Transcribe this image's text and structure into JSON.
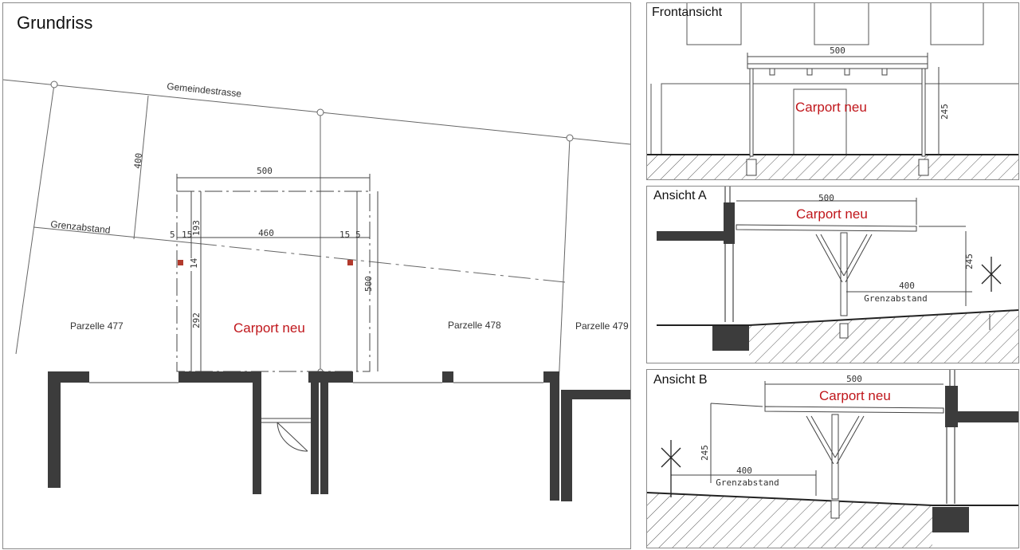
{
  "grundriss": {
    "title": "Grundriss",
    "street": "Gemeindestrasse",
    "boundary_label": "Grenzabstand",
    "carport_label": "Carport neu",
    "parcels": [
      "Parzelle 477",
      "Parzelle 478",
      "Parzelle 479"
    ],
    "dims": {
      "d400": "400",
      "d500_top": "500",
      "d5a": "5",
      "d15a": "15",
      "d193": "193",
      "d460": "460",
      "d15b": "15",
      "d5b": "5",
      "d14": "14",
      "d500_side": "500",
      "d292": "292"
    }
  },
  "frontansicht": {
    "title": "Frontansicht",
    "carport_label": "Carport neu",
    "width": "500",
    "height": "245"
  },
  "ansicht_a": {
    "title": "Ansicht A",
    "carport_label": "Carport neu",
    "width": "500",
    "height": "245",
    "setback": "400",
    "setback_label": "Grenzabstand"
  },
  "ansicht_b": {
    "title": "Ansicht B",
    "carport_label": "Carport neu",
    "width": "500",
    "height": "245",
    "setback": "400",
    "setback_label": "Grenzabstand"
  },
  "colors": {
    "wall": "#3c3c3c",
    "accent": "#c0161b",
    "line": "#555555"
  }
}
